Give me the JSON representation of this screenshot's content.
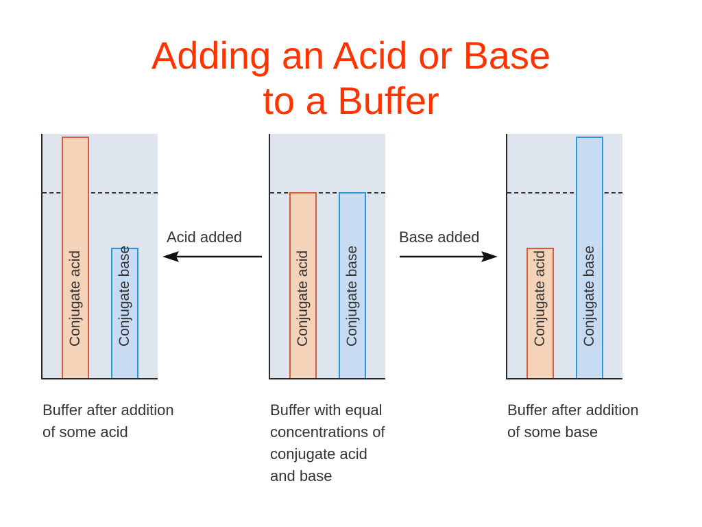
{
  "title": {
    "line1": "Adding an Acid or Base",
    "line2": "to a Buffer"
  },
  "arrows": {
    "left": {
      "label": "Acid added",
      "icon": "arrow-left-icon"
    },
    "right": {
      "label": "Base added",
      "icon": "arrow-right-icon"
    }
  },
  "panels": [
    {
      "caption": [
        "Buffer after addition",
        "of some acid"
      ],
      "bars": [
        {
          "label": "Conjugate acid",
          "relative_level": 1.3,
          "color": "#f4d3b9"
        },
        {
          "label": "Conjugate base",
          "relative_level": 0.7,
          "color": "#c7dbf2"
        }
      ]
    },
    {
      "caption": [
        "Buffer with equal",
        "concentrations of",
        "conjugate acid",
        "and base"
      ],
      "bars": [
        {
          "label": "Conjugate acid",
          "relative_level": 1.0,
          "color": "#f4d3b9"
        },
        {
          "label": "Conjugate base",
          "relative_level": 1.0,
          "color": "#c7dbf2"
        }
      ]
    },
    {
      "caption": [
        "Buffer after addition",
        "of some base"
      ],
      "bars": [
        {
          "label": "Conjugate acid",
          "relative_level": 0.7,
          "color": "#f4d3b9"
        },
        {
          "label": "Conjugate base",
          "relative_level": 1.3,
          "color": "#c7dbf2"
        }
      ]
    }
  ],
  "colors": {
    "title": "#ff3300",
    "acid_fill": "#f4d3b9",
    "acid_border": "#d85a3c",
    "base_fill": "#c7dbf2",
    "base_border": "#2a97d8",
    "panel_bg": "#dfe5ef"
  }
}
